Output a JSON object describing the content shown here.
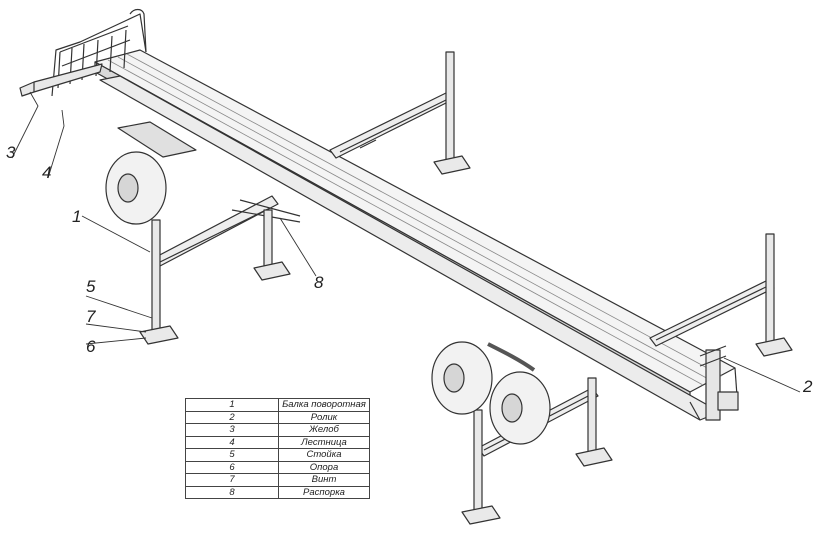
{
  "callouts": [
    {
      "num": "1"
    },
    {
      "num": "2"
    },
    {
      "num": "3"
    },
    {
      "num": "4"
    },
    {
      "num": "5"
    },
    {
      "num": "6"
    },
    {
      "num": "7"
    },
    {
      "num": "8"
    }
  ],
  "legend": {
    "rows": [
      {
        "num": "1",
        "name": "Балка поворотная"
      },
      {
        "num": "2",
        "name": "Ролик"
      },
      {
        "num": "3",
        "name": "Желоб"
      },
      {
        "num": "4",
        "name": "Лестница"
      },
      {
        "num": "5",
        "name": "Стойка"
      },
      {
        "num": "6",
        "name": "Опора"
      },
      {
        "num": "7",
        "name": "Винт"
      },
      {
        "num": "8",
        "name": "Распорка"
      }
    ]
  }
}
